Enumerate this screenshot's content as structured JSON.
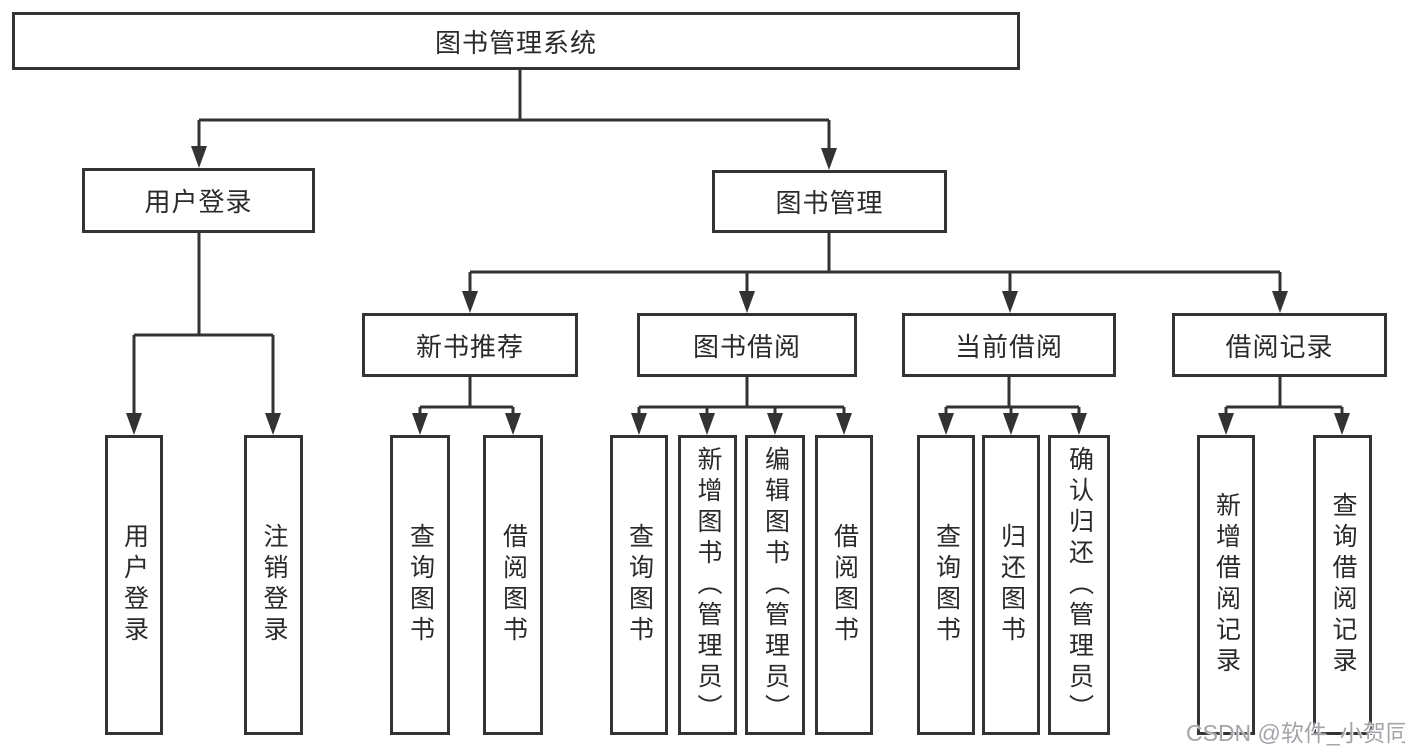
{
  "diagram": {
    "root": {
      "label": "图书管理系统"
    },
    "branches": [
      {
        "label": "用户登录",
        "children": [
          {
            "label": "用户登录"
          },
          {
            "label": "注销登录"
          }
        ]
      },
      {
        "label": "图书管理",
        "children": [
          {
            "label": "新书推荐",
            "children": [
              {
                "label": "查询图书"
              },
              {
                "label": "借阅图书"
              }
            ]
          },
          {
            "label": "图书借阅",
            "children": [
              {
                "label": "查询图书"
              },
              {
                "label": "新增图书（管理员）"
              },
              {
                "label": "编辑图书（管理员）"
              },
              {
                "label": "借阅图书"
              }
            ]
          },
          {
            "label": "当前借阅",
            "children": [
              {
                "label": "查询图书"
              },
              {
                "label": "归还图书"
              },
              {
                "label": "确认归还（管理员）"
              }
            ]
          },
          {
            "label": "借阅记录",
            "children": [
              {
                "label": "新增借阅记录"
              },
              {
                "label": "查询借阅记录"
              }
            ]
          }
        ]
      }
    ]
  },
  "watermark": {
    "text": "CSDN @软件_小贺同学"
  },
  "colors": {
    "line": "#333333",
    "box_border": "#333333",
    "text": "#2a2a2a",
    "watermark": "#a2a5a9",
    "background": "#ffffff"
  }
}
